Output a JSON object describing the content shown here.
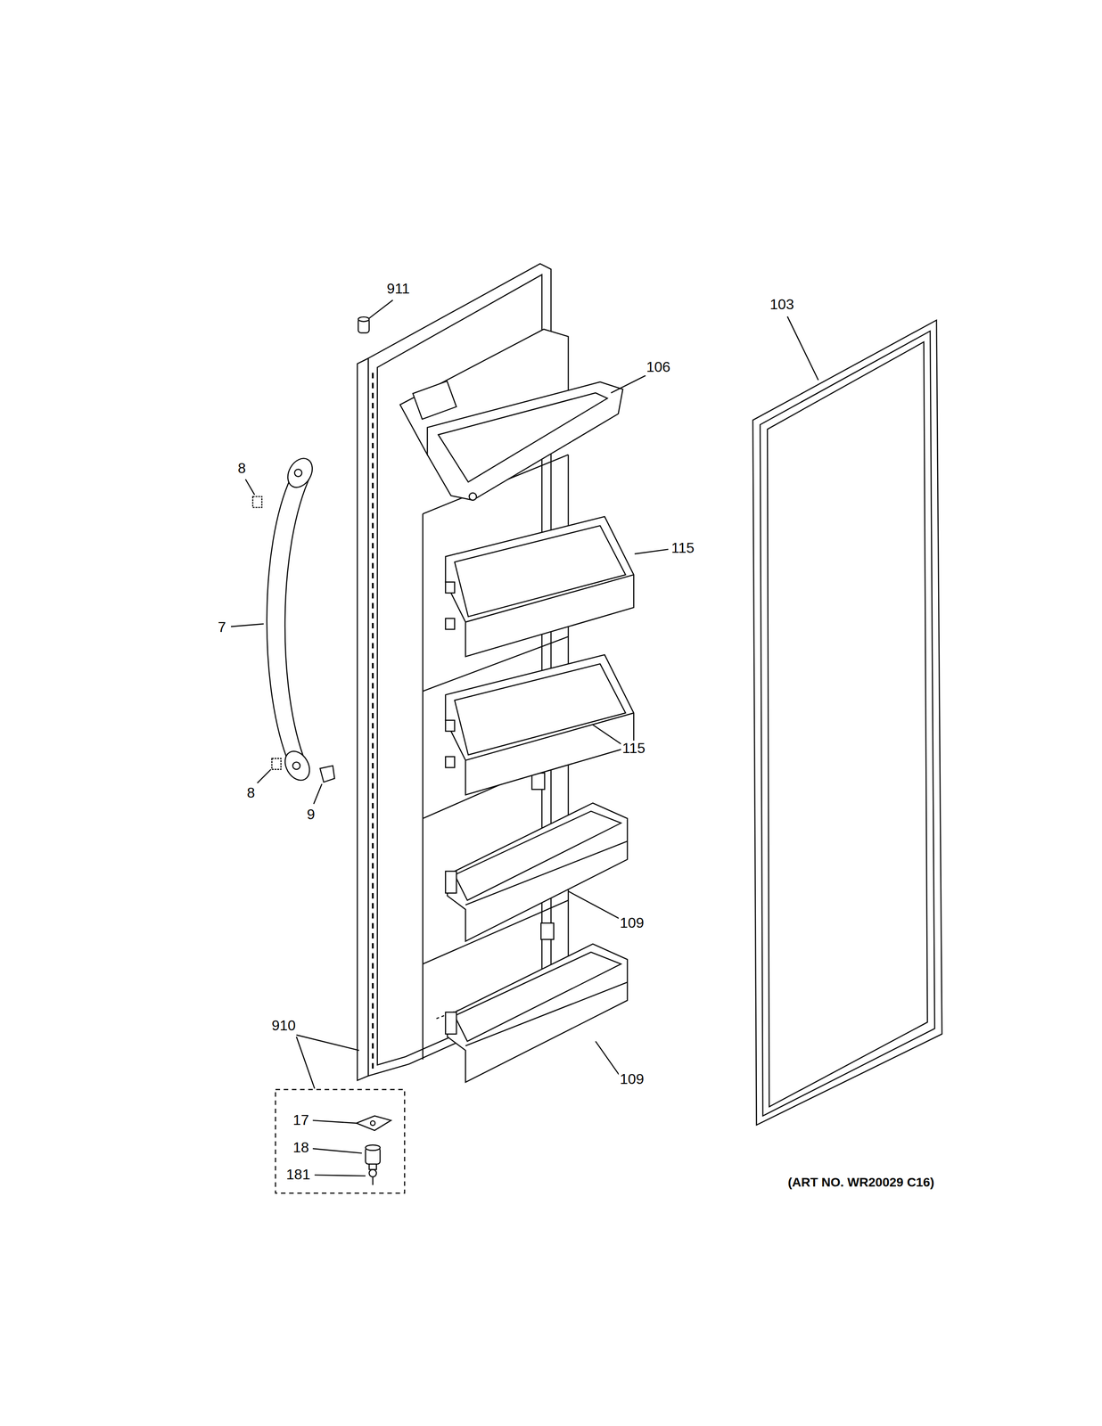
{
  "diagram": {
    "caption": "(ART NO. WR20029 C16)",
    "labels": [
      "911",
      "103",
      "106",
      "8",
      "115",
      "7",
      "115",
      "8",
      "9",
      "109",
      "910",
      "109",
      "17",
      "18",
      "181"
    ]
  }
}
